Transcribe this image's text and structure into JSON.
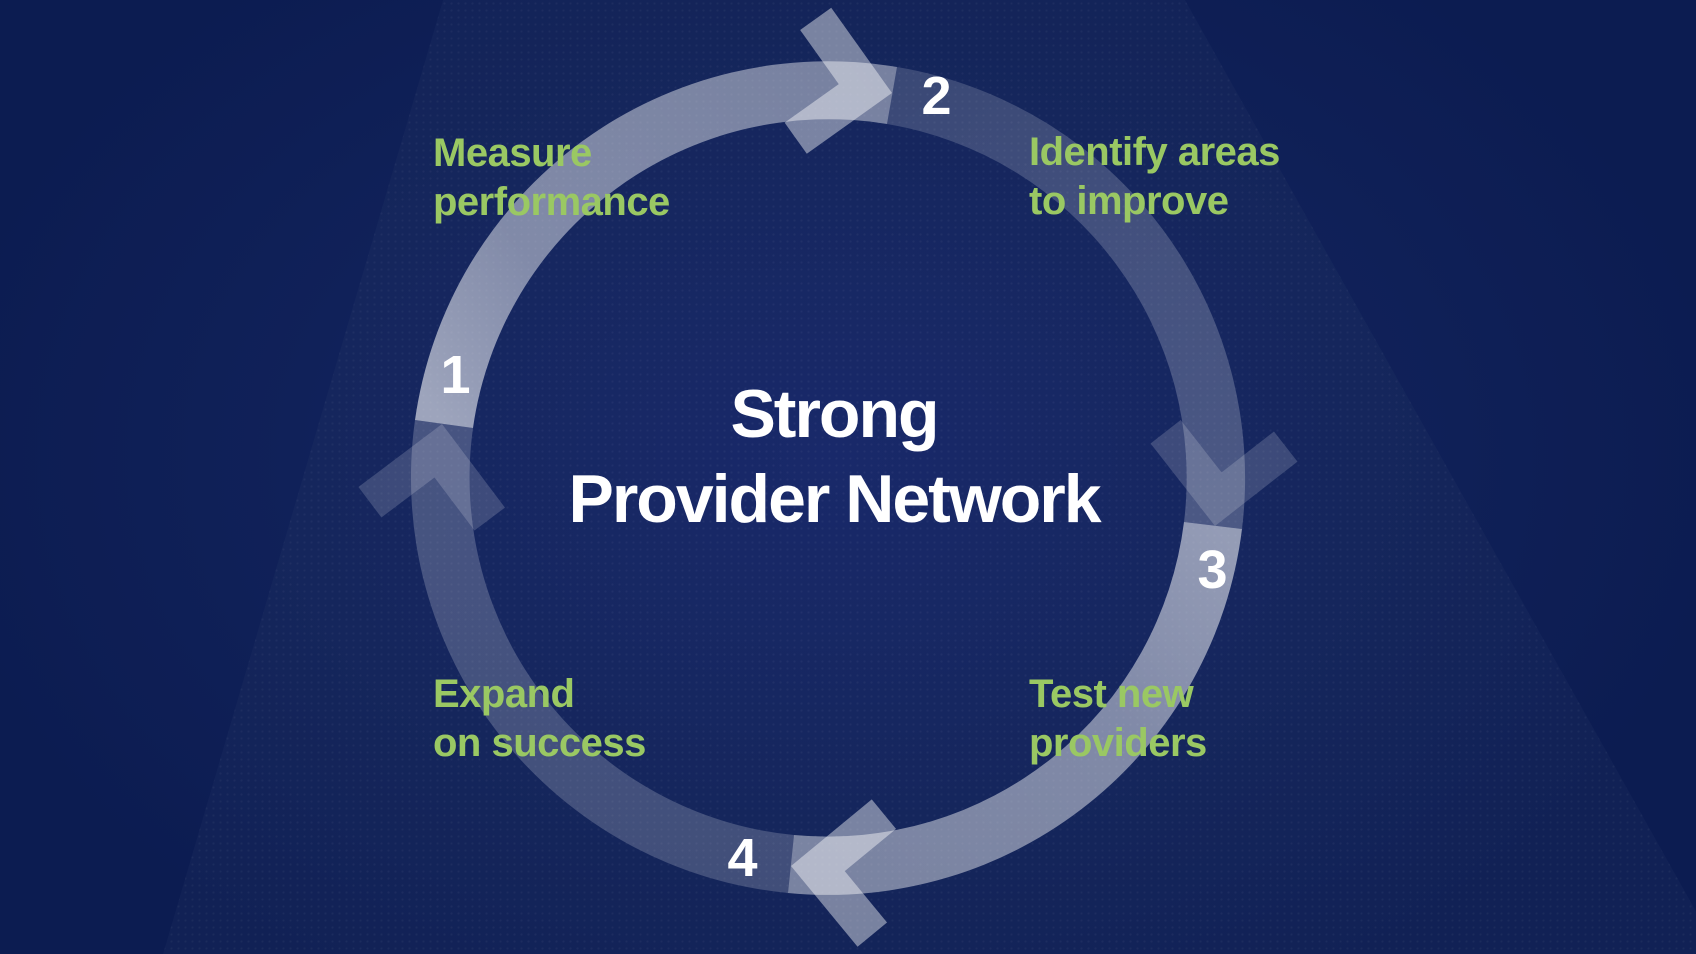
{
  "diagram": {
    "title_line1": "Strong",
    "title_line2": "Provider Network",
    "steps": [
      {
        "number": "1",
        "label": "Measure\nperformance"
      },
      {
        "number": "2",
        "label": "Identify areas\nto improve"
      },
      {
        "number": "3",
        "label": "Test new\nproviders"
      },
      {
        "number": "4",
        "label": "Expand\non success"
      }
    ]
  },
  "colors": {
    "background_navy": "#0e2059",
    "label_green": "#9ac863",
    "text_white": "#ffffff",
    "ring_light": "rgba(255,255,255,0.44)",
    "ring_dark": "rgba(255,255,255,0.19)",
    "arrow_light": "rgba(255,255,255,0.43)",
    "arrow_dark": "rgba(255,255,255,0.17)"
  }
}
